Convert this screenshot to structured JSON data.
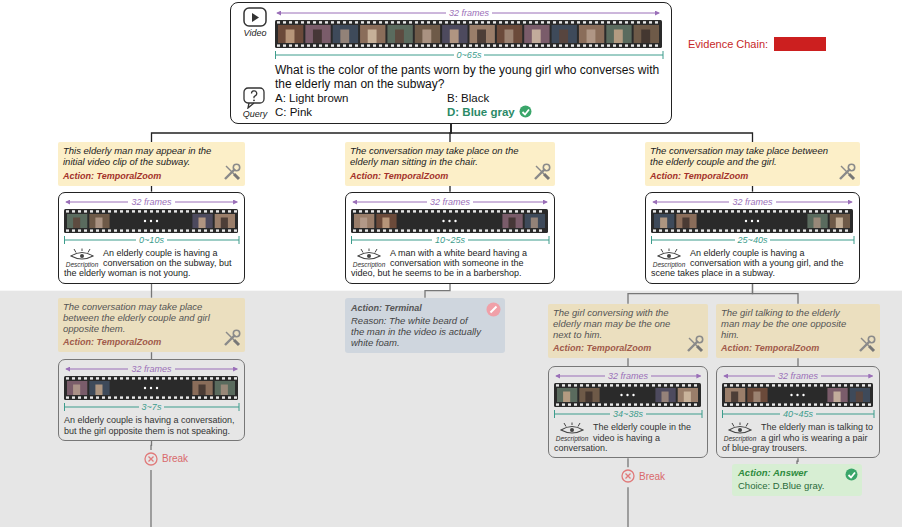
{
  "diagram": {
    "nodes": [
      {
        "text": [
          "32 frames",
          "0~65s",
          "Video",
          "Query",
          "What is the color of the pants worn by the young girl who converses with the elderly man on the subway?",
          "A: Light brown",
          "B: Black",
          "C: Pink",
          "D: Blue gray"
        ]
      },
      {
        "text": [
          "This elderly man may appear in the initial video clip of the subway.",
          "Action: TemporalZoom"
        ]
      },
      {
        "text": [
          "The conversation may take place on the elderly man sitting in the chair.",
          "Action: TemporalZoom"
        ]
      },
      {
        "text": [
          "The conversation may take place between the elderly couple and the girl.",
          "Action: TemporalZoom"
        ]
      },
      {
        "text": [
          "32 frames",
          "0~10s",
          "Description",
          "An elderly couple is having a conversation on the subway, but the elderly woman is not young."
        ]
      },
      {
        "text": [
          "32 frames",
          "10~25s",
          "Description",
          "A man with a white beard having a conversation with someone in the video, but he seems to be in a barbershop."
        ]
      },
      {
        "text": [
          "32 frames",
          "25~40s",
          "Description",
          "An elderly couple is having a conversation with a young girl, and the scene takes place in a subway."
        ]
      },
      {
        "text": [
          "The conversation may take place between the elderly couple and girl opposite them.",
          "Action: TemporalZoom"
        ]
      },
      {
        "text": [
          "Action: Terminal",
          "Reason: The white beard of the man in the video is actually white foam."
        ]
      },
      {
        "text": [
          "The girl conversing with the elderly man may be the one next to him.",
          "Action: TemporalZoom"
        ]
      },
      {
        "text": [
          "The girl talking to the elderly man may be the one opposite him.",
          "Action: TemporalZoom"
        ]
      },
      {
        "text": [
          "32 frames",
          "3~7s",
          "An elderly couple is having a conversation, but the girl opposite them is not speaking."
        ]
      },
      {
        "text": [
          "32 frames",
          "34~38s",
          "Description",
          "The elderly couple in the video is having a conversation."
        ]
      },
      {
        "text": [
          "32 frames",
          "40~45s",
          "Description",
          "The elderly man is talking to a girl who is wearing a pair of blue-gray trousers."
        ]
      },
      {
        "text": [
          "Break"
        ]
      },
      {
        "text": [
          "Break"
        ]
      },
      {
        "text": [
          "Action: Answer",
          "Choice: D.Blue gray."
        ]
      }
    ],
    "edges": [
      {
        "from": 0,
        "to": 1,
        "arrow": "none"
      },
      {
        "from": 0,
        "to": 2,
        "arrow": "none"
      },
      {
        "from": 0,
        "to": 3,
        "arrow": "none"
      },
      {
        "from": 1,
        "to": 4,
        "arrow": "none"
      },
      {
        "from": 2,
        "to": 5,
        "arrow": "none"
      },
      {
        "from": 3,
        "to": 6,
        "arrow": "none"
      },
      {
        "from": 4,
        "to": 7,
        "arrow": "none"
      },
      {
        "from": 5,
        "to": 8,
        "arrow": "none"
      },
      {
        "from": 6,
        "to": 9,
        "arrow": "none"
      },
      {
        "from": 6,
        "to": 10,
        "arrow": "none"
      },
      {
        "from": 7,
        "to": 11,
        "arrow": "none"
      },
      {
        "from": 9,
        "to": 12,
        "arrow": "none"
      },
      {
        "from": 10,
        "to": 13,
        "arrow": "none"
      },
      {
        "from": 11,
        "to": 14,
        "arrow": "none"
      },
      {
        "from": 12,
        "to": 15,
        "arrow": "none"
      },
      {
        "from": 13,
        "to": 16,
        "arrow": "none"
      }
    ],
    "legend": [
      {
        "text": "Evidence Chain:",
        "color": "#cc1f1f"
      }
    ]
  }
}
